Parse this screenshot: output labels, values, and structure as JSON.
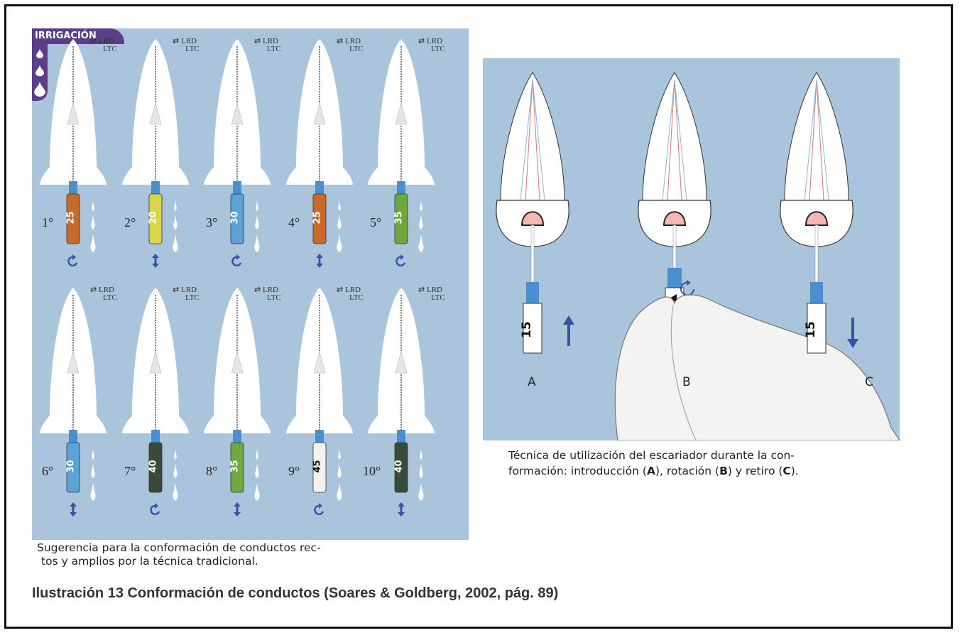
{
  "left_panel": {
    "tab_label": "IRRIGACIÓN",
    "canal_label_top": "LRD",
    "canal_label_bottom": "LTC",
    "steps": [
      {
        "order": "1°",
        "file_size": "25",
        "handle_color": "#c9692a",
        "motion": "rotate"
      },
      {
        "order": "2°",
        "file_size": "20",
        "handle_color": "#d9d64a",
        "motion": "vertical"
      },
      {
        "order": "3°",
        "file_size": "30",
        "handle_color": "#5aa2d8",
        "motion": "rotate"
      },
      {
        "order": "4°",
        "file_size": "25",
        "handle_color": "#c9692a",
        "motion": "vertical"
      },
      {
        "order": "5°",
        "file_size": "35",
        "handle_color": "#6fa83f",
        "motion": "rotate"
      },
      {
        "order": "6°",
        "file_size": "30",
        "handle_color": "#5aa2d8",
        "motion": "vertical"
      },
      {
        "order": "7°",
        "file_size": "40",
        "handle_color": "#3a4a3a",
        "motion": "rotate"
      },
      {
        "order": "8°",
        "file_size": "35",
        "handle_color": "#6fa83f",
        "motion": "vertical"
      },
      {
        "order": "9°",
        "file_size": "45",
        "handle_color": "#f2f2ee",
        "motion": "rotate"
      },
      {
        "order": "10°",
        "file_size": "40",
        "handle_color": "#3a4a3a",
        "motion": "vertical"
      }
    ],
    "caption_line1": "Sugerencia para la conformación de conductos rec-",
    "caption_line2": "tos y amplios por la técnica tradicional."
  },
  "right_panel": {
    "file_size": "15",
    "step_a": "A",
    "step_b": "B",
    "step_c": "C",
    "caption_line1": "Técnica de utilización del escariador durante la con-",
    "caption_line2_pre": "formación: introducción (",
    "caption_a": "A",
    "caption_mid1": "), rotación (",
    "caption_b": "B",
    "caption_mid2": ") y retiro (",
    "caption_c": "C",
    "caption_end": ")."
  },
  "main_caption": "Ilustración 13 Conformación de conductos (Soares & Goldberg, 2002, pág. 89)",
  "colors": {
    "panel_bg": "#aac4dc",
    "tab_purple": "#5b3f86",
    "motion_arrow": "#3b4fa8",
    "tooth_white": "#ffffff"
  }
}
